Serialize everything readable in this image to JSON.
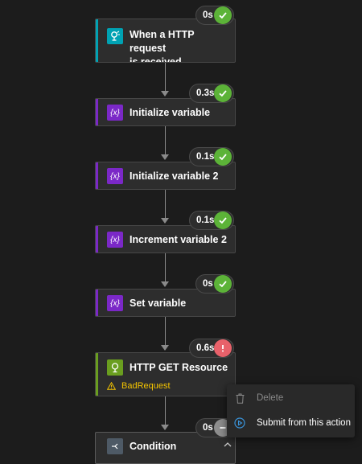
{
  "colors": {
    "canvas_bg": "#1c1c1c",
    "card_bg": "#2d2d2d",
    "trigger_accent": "#00a2b3",
    "variable_accent": "#7b28c7",
    "http_accent": "#6a9e1f",
    "success_green": "#5cb338",
    "error_red": "#e8616a",
    "warning_yellow": "#f4c400",
    "disabled_text": "#8a8a8a"
  },
  "steps": [
    {
      "title_line1": "When a HTTP request",
      "title_line2": "is received",
      "duration": "0s",
      "status": "success",
      "icon": "http-request-trigger-icon"
    },
    {
      "title": "Initialize variable",
      "duration": "0.3s",
      "status": "success",
      "icon": "variable-icon"
    },
    {
      "title": "Initialize variable 2",
      "duration": "0.1s",
      "status": "success",
      "icon": "variable-icon"
    },
    {
      "title": "Increment variable 2",
      "duration": "0.1s",
      "status": "success",
      "icon": "variable-icon"
    },
    {
      "title": "Set variable",
      "duration": "0s",
      "status": "success",
      "icon": "variable-icon"
    },
    {
      "title": "HTTP GET Resource",
      "duration": "0.6s",
      "status": "failed",
      "error": "BadRequest",
      "icon": "http-action-icon"
    },
    {
      "title": "Condition",
      "duration": "0s",
      "status": "skipped",
      "icon": "condition-icon"
    }
  ],
  "context_menu": {
    "items": [
      {
        "label": "Delete",
        "icon": "trash-icon",
        "enabled": false
      },
      {
        "label": "Submit from this action",
        "icon": "submit-icon",
        "enabled": true
      }
    ]
  }
}
